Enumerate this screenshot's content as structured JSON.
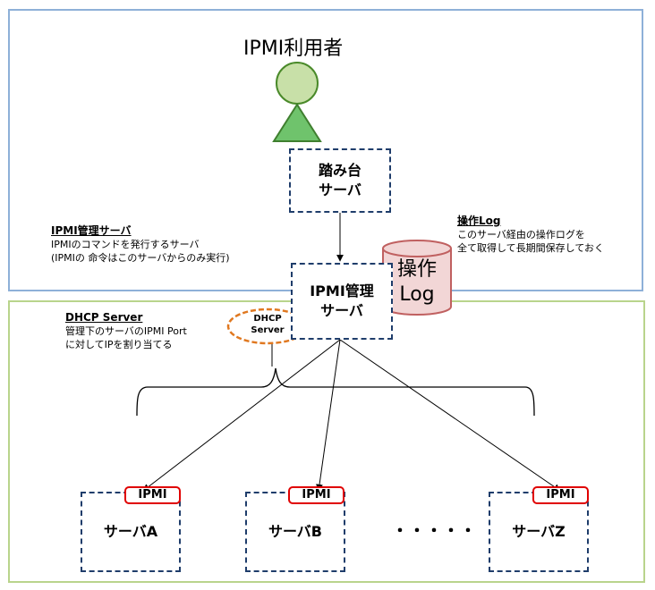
{
  "user": {
    "label": "IPMI利用者"
  },
  "step_server": {
    "line1": "踏み台",
    "line2": "サーバ"
  },
  "mgmt_server": {
    "line1": "IPMI管理",
    "line2": "サーバ"
  },
  "log_db": {
    "line1": "操作",
    "line2": "Log"
  },
  "dhcp_badge": {
    "line1": "DHCP",
    "line2": "Server"
  },
  "ipmi_note": {
    "heading": "IPMI管理サーバ",
    "line1": "IPMIのコマンドを発行するサーバ",
    "line2": "(IPMIの 命令はこのサーバからのみ実行)"
  },
  "log_note": {
    "heading": "操作Log",
    "line1": "このサーバ経由の操作ログを",
    "line2": "全て取得して長期間保存しておく"
  },
  "dhcp_note": {
    "heading": "DHCP Server",
    "line1": "管理下のサーバのIPMI Port",
    "line2": "に対してIPを割り当てる"
  },
  "servers": [
    {
      "name": "サーバA",
      "tag": "IPMI"
    },
    {
      "name": "サーバB",
      "tag": "IPMI"
    },
    {
      "name": "サーバZ",
      "tag": "IPMI"
    }
  ],
  "ellipsis": "・・・・・",
  "colors": {
    "zone_top_border": "#8eb0d8",
    "zone_bottom_border": "#b9d48c",
    "user_fill": "#c8e0a8",
    "user_stroke": "#4a8a2a",
    "user_body_fill": "#6fc36c",
    "box_dash": "#1f3d6b",
    "log_fill": "#f2d6d6",
    "log_stroke": "#c06060",
    "dhcp_ring": "#e07820",
    "ipmi_tag_border": "#e00000"
  }
}
